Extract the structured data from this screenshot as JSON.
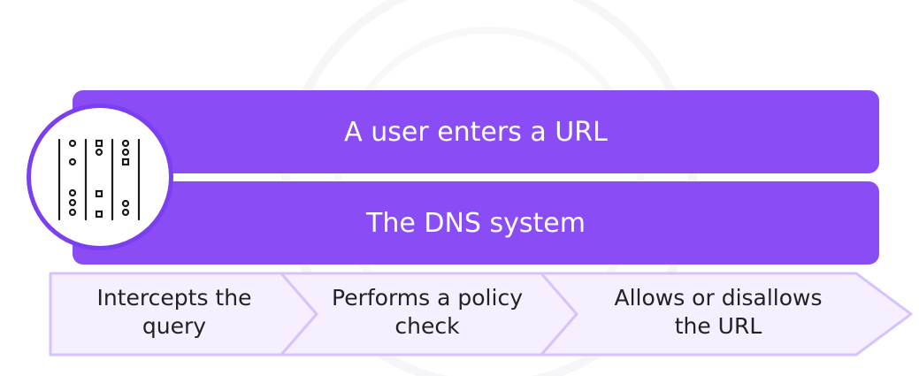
{
  "diagram": {
    "top_bar_text": "A user enters a URL",
    "bottom_bar_text": "The DNS system",
    "icon": "server-rack-icon",
    "steps": [
      {
        "label": "Intercepts the\nquery"
      },
      {
        "label": "Performs a policy\ncheck"
      },
      {
        "label": "Allows or disallows\nthe URL"
      }
    ]
  },
  "colors": {
    "bar": "#8a4df5",
    "icon_border": "#7a3ff0",
    "chevron_fill": "#f5efff",
    "chevron_border": "#d6c3fb",
    "text_dark": "#222222"
  }
}
